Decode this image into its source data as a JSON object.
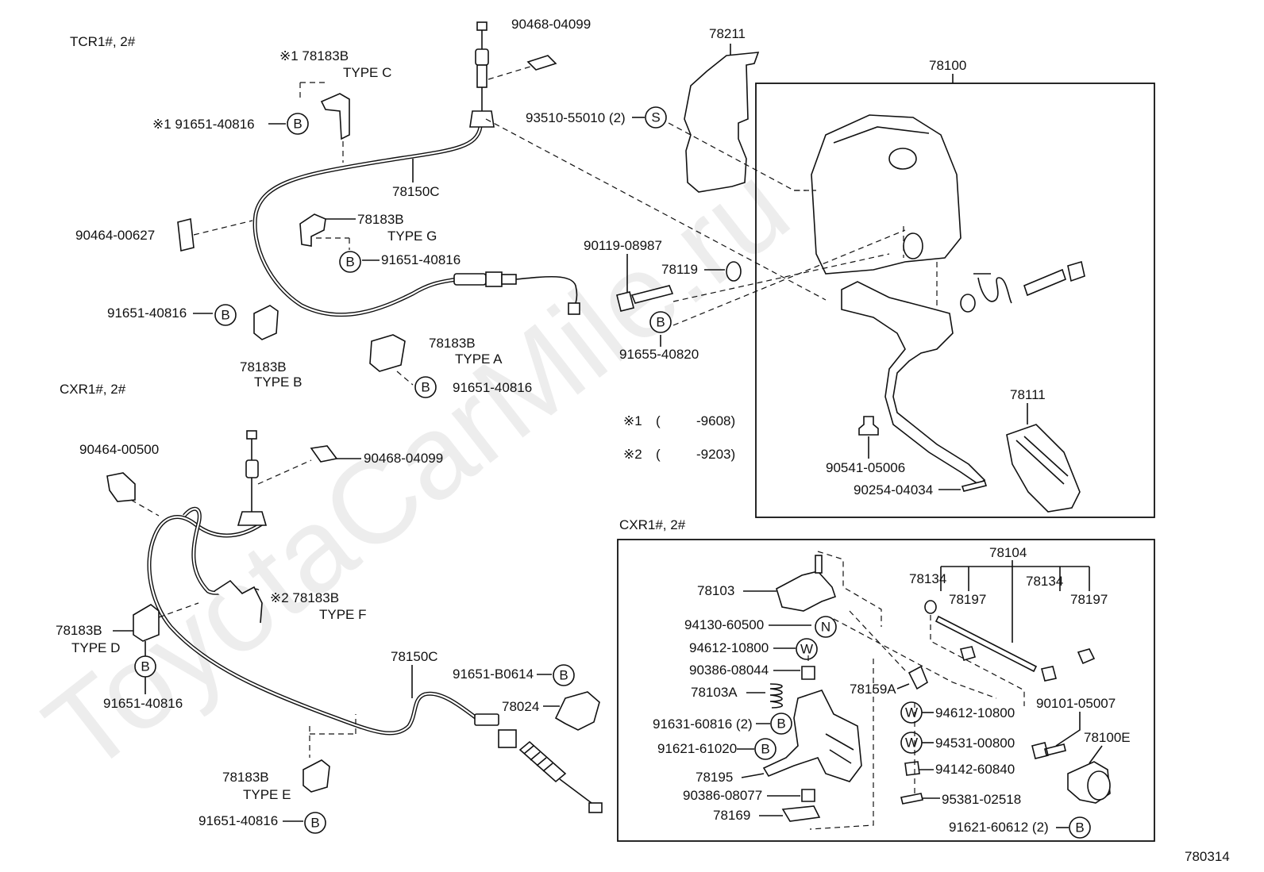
{
  "watermark": "ToyotaCarMile.ru",
  "diagram_code": "780314",
  "sections": {
    "tcr": "TCR1#, 2#",
    "cxr_left": "CXR1#, 2#",
    "cxr_box": "CXR1#, 2#"
  },
  "notes": {
    "n1_mark": "※1",
    "n1_open": "(",
    "n1_value": "-9608)",
    "n2_mark": "※2",
    "n2_open": "(",
    "n2_value": "-9203)"
  },
  "labels": {
    "p1": "90468-04099",
    "p2": "※1 78183B",
    "p3": "TYPE C",
    "p4": "※1 91651-40816",
    "p5": "78150C",
    "p6": "90464-00627",
    "p7": "78183B",
    "p8": "TYPE G",
    "p9": "91651-40816",
    "p10": "91651-40816",
    "p11": "78183B",
    "p12": "TYPE B",
    "p13": "78183B",
    "p14": "TYPE A",
    "p15": "91651-40816",
    "p16": "78211",
    "p17": "78100",
    "p18": "93510-55010 (2)",
    "p19": "90119-08987",
    "p20": "78119",
    "p21": "91655-40820",
    "p22": "78111",
    "p23": "90541-05006",
    "p24": "90254-04034",
    "p25": "90464-00500",
    "p26": "90468-04099",
    "p27": "※2 78183B",
    "p28": "TYPE F",
    "p29": "78183B",
    "p30": "TYPE D",
    "p31": "91651-40816",
    "p32": "78150C",
    "p33": "91651-B0614",
    "p34": "78024",
    "p35": "78183B",
    "p36": "TYPE E",
    "p37": "91651-40816",
    "p38": "78104",
    "p39": "78134",
    "p40": "78197",
    "p41": "78134",
    "p42": "78197",
    "p43": "78103",
    "p44": "94130-60500",
    "p45": "94612-10800",
    "p46": "90386-08044",
    "p47": "78103A",
    "p48": "91631-60816 (2)",
    "p49": "91621-61020",
    "p50": "78195",
    "p51": "90386-08077",
    "p52": "78169",
    "p53": "78159A",
    "p54": "94612-10800",
    "p55": "94531-00800",
    "p56": "94142-60840",
    "p57": "95381-02518",
    "p58": "91621-60612 (2)",
    "p59": "90101-05007",
    "p60": "78100E"
  },
  "symbols": {
    "b": "B",
    "s": "S",
    "n": "N",
    "w": "W"
  }
}
